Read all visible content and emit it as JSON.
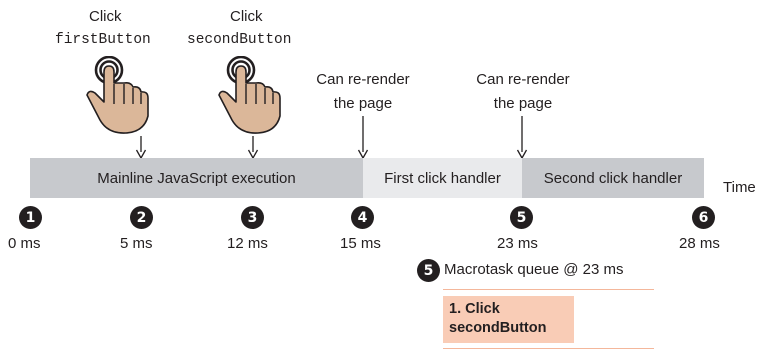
{
  "clicks": [
    {
      "action": "Click",
      "target": "firstButton"
    },
    {
      "action": "Click",
      "target": "secondButton"
    }
  ],
  "rerender_labels": [
    {
      "line1": "Can re-render",
      "line2": "the page"
    },
    {
      "line1": "Can re-render",
      "line2": "the page"
    }
  ],
  "timeline": {
    "segments": [
      {
        "label": "Mainline JavaScript execution",
        "color": "#c7c9cd"
      },
      {
        "label": "First click handler",
        "color": "#e9eaec"
      },
      {
        "label": "Second click handler",
        "color": "#c7c9cd"
      }
    ],
    "axis_label": "Time",
    "markers": [
      {
        "number": "1",
        "time": "0 ms"
      },
      {
        "number": "2",
        "time": "5 ms"
      },
      {
        "number": "3",
        "time": "12 ms"
      },
      {
        "number": "4",
        "time": "15 ms"
      },
      {
        "number": "5",
        "time": "23 ms"
      },
      {
        "number": "6",
        "time": "28 ms"
      }
    ]
  },
  "macrotask_queue": {
    "marker": "5",
    "title": "Macrotask queue @ 23 ms",
    "items": [
      {
        "line1": "1. Click",
        "line2": "secondButton"
      }
    ],
    "item_color": "#f9ccb6"
  }
}
